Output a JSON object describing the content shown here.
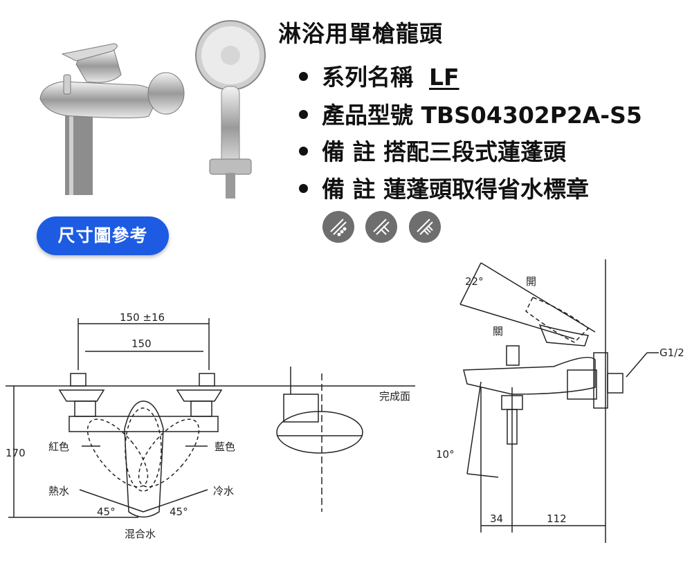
{
  "header": {
    "title": "淋浴用單槍龍頭",
    "specs": [
      {
        "label": "系列名稱",
        "value": "LF"
      },
      {
        "label": "產品型號",
        "value": "TBS04302P2A-S5"
      },
      {
        "label": "備 註",
        "value": "搭配三段式蓮蓬頭"
      },
      {
        "label": "備 註",
        "value": "蓮蓬頭取得省水標章"
      }
    ]
  },
  "button": {
    "label": "尺寸圖參考"
  },
  "spray_modes": [
    "spray-mode-1-icon",
    "spray-mode-2-icon",
    "spray-mode-3-icon"
  ],
  "front_drawing": {
    "dim_outer": "150 ±16",
    "dim_inner": "150",
    "height": "170",
    "finish_surface": "完成面",
    "red": "紅色",
    "blue": "藍色",
    "hot": "熱水",
    "cold": "冷水",
    "angle_left": "45°",
    "angle_right": "45°",
    "mixed": "混合水"
  },
  "side_drawing": {
    "angle_lever": "22°",
    "open": "開",
    "close": "關",
    "thread": "G1/2",
    "angle_spout": "10°",
    "dim_a": "34",
    "dim_b": "112"
  },
  "colors": {
    "button": "#1d5be3",
    "icon": "#6e6e6e"
  }
}
